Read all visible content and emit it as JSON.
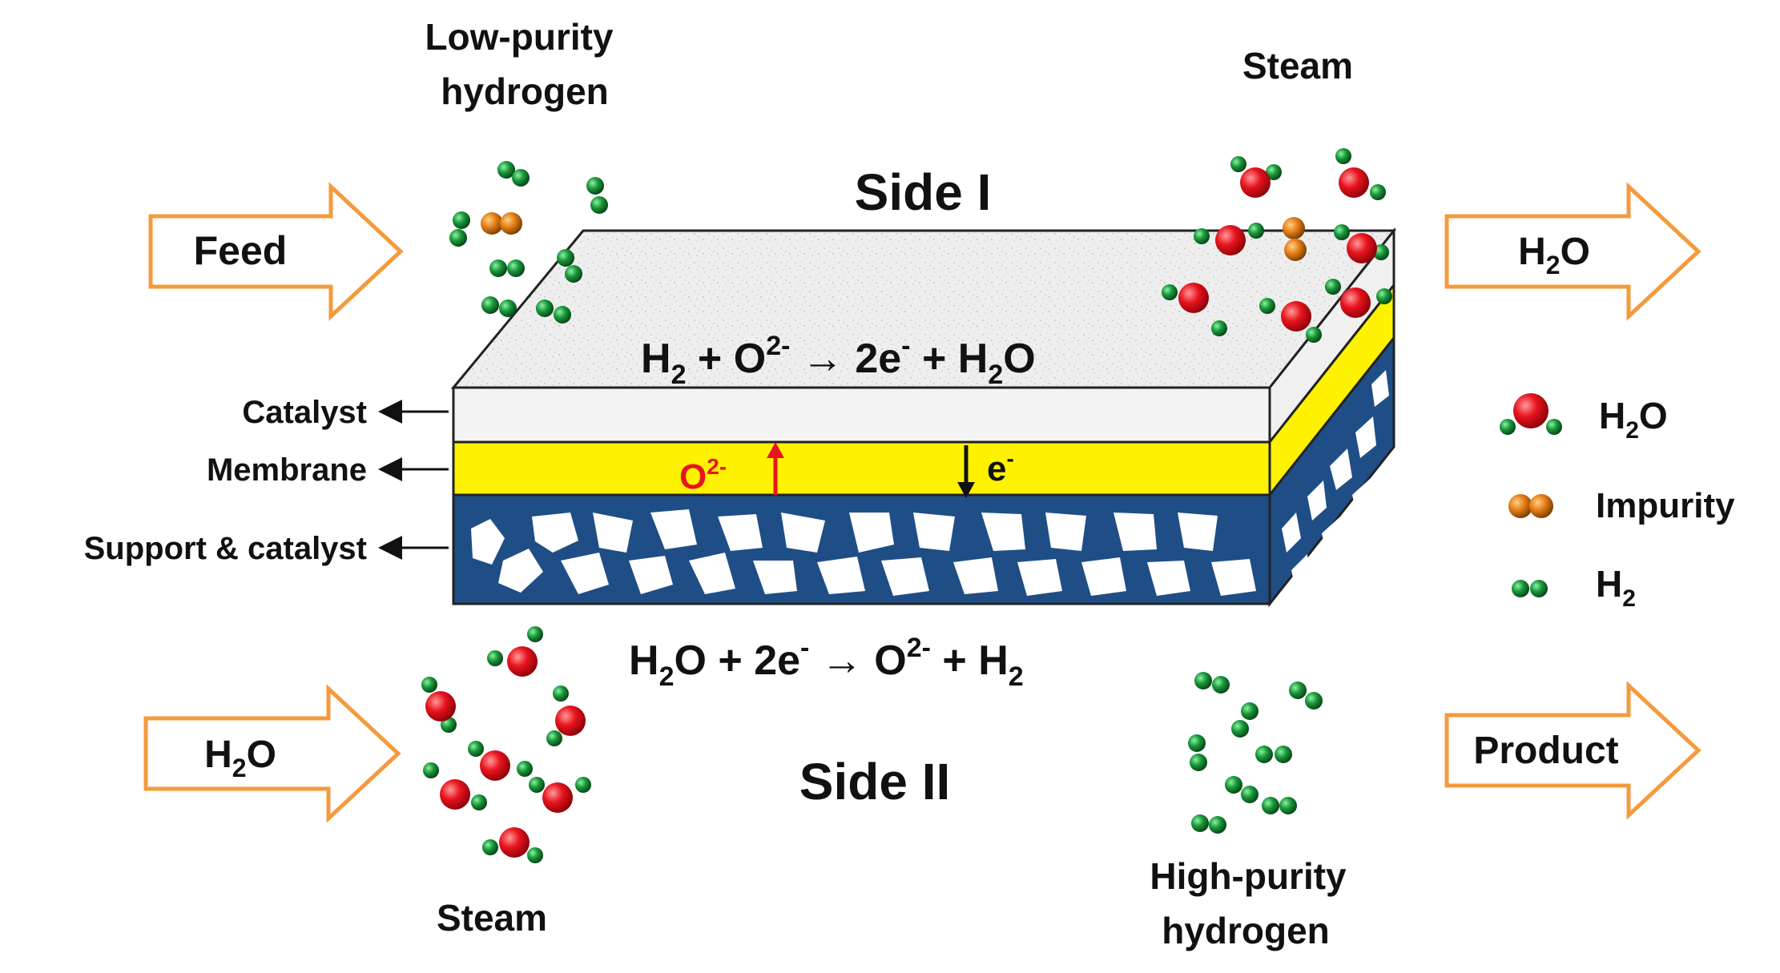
{
  "labels": {
    "feed_inlet_top": "Low-purity",
    "feed_inlet_bottom": "hydrogen",
    "steam_top": "Steam",
    "side_one": "Side I",
    "side_two": "Side II",
    "steam_bottom": "Steam",
    "product_top": "High-purity",
    "product_bottom": "hydrogen"
  },
  "arrows": {
    "feed": "Feed",
    "h2o_out_main": "H",
    "h2o_out_sub": "2",
    "h2o_out_tail": "O",
    "h2o_in_main": "H",
    "h2o_in_sub": "2",
    "h2o_in_tail": "O",
    "product": "Product"
  },
  "layers": {
    "catalyst": "Catalyst",
    "membrane": "Membrane",
    "support": "Support & catalyst"
  },
  "reactions": {
    "top": {
      "h": "H",
      "h_sub": "2",
      "plus1": " + O",
      "o_sup": "2-",
      "arrow": " → 2e",
      "e_sup": "-",
      "plus2": " + H",
      "h2_sub": "2",
      "o": "O"
    },
    "bottom": {
      "h": "H",
      "h_sub": "2",
      "o_plus": "O + 2e",
      "e_sup": "-",
      "arrow": " → O",
      "o_sup": "2-",
      "plus": " + H",
      "h2_sub": "2"
    }
  },
  "transport": {
    "oxide": "O",
    "oxide_sup": "2-",
    "electron": "e",
    "electron_sup": "-"
  },
  "legend": {
    "water_main": "H",
    "water_sub": "2",
    "water_tail": "O",
    "impurity": "Impurity",
    "hydrogen_main": "H",
    "hydrogen_sub": "2"
  },
  "colors": {
    "arrow_orange": "#f59a3c",
    "membrane_yellow": "#fff200",
    "support_blue": "#1f4e86",
    "catalyst_grey": "#f0f0f0",
    "water_red": "#e8141e",
    "impurity_orange": "#e6811a",
    "hydrogen_green": "#1a9a3a",
    "oxide_red": "#e8141e"
  }
}
